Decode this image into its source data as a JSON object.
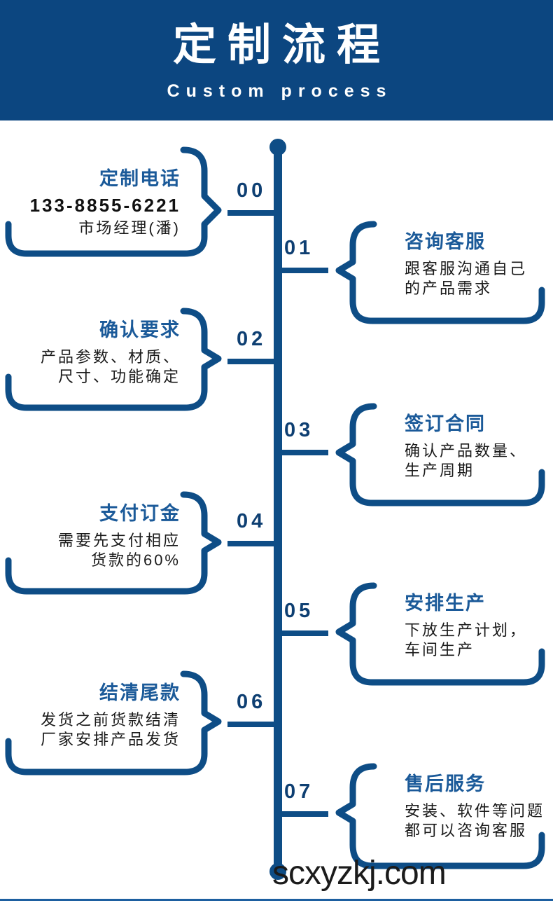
{
  "header": {
    "title_cn": "定制流程",
    "title_en": "Custom process",
    "bg_color": "#0c4680",
    "text_color": "#ffffff"
  },
  "theme": {
    "spine_color": "#0e4d86",
    "bracket_color": "#0e4d86",
    "number_color": "#0e3f72",
    "block_title_color": "#1b5a99",
    "block_body_color": "#1a1a1a"
  },
  "steps": [
    {
      "number": "00",
      "side": "left",
      "title": "定制电话",
      "phone": "133-8855-6221",
      "body": "市场经理(潘)"
    },
    {
      "number": "01",
      "side": "right",
      "title": "咨询客服",
      "body_line1": "跟客服沟通自己",
      "body_line2": "的产品需求"
    },
    {
      "number": "02",
      "side": "left",
      "title": "确认要求",
      "body_line1": "产品参数、材质、",
      "body_line2": "尺寸、功能确定"
    },
    {
      "number": "03",
      "side": "right",
      "title": "签订合同",
      "body_line1": "确认产品数量、",
      "body_line2": "生产周期"
    },
    {
      "number": "04",
      "side": "left",
      "title": "支付订金",
      "body_line1": "需要先支付相应",
      "body_line2": "货款的60%"
    },
    {
      "number": "05",
      "side": "right",
      "title": "安排生产",
      "body_line1": "下放生产计划，",
      "body_line2": "车间生产"
    },
    {
      "number": "06",
      "side": "left",
      "title": "结清尾款",
      "body_line1": "发货之前货款结清",
      "body_line2": "厂家安排产品发货"
    },
    {
      "number": "07",
      "side": "right",
      "title": "售后服务",
      "body_line1": "安装、软件等问题",
      "body_line2": "都可以咨询客服"
    }
  ],
  "watermark": "scxyzkj.com"
}
